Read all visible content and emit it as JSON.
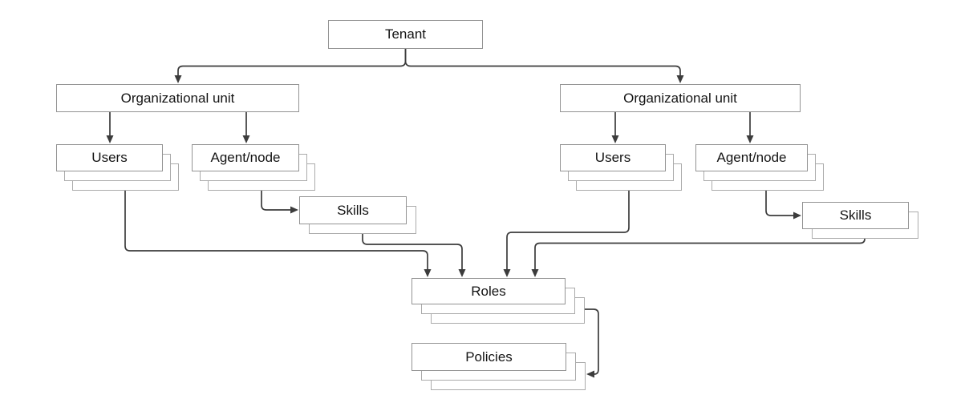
{
  "diagram": {
    "type": "hierarchy-flowchart",
    "nodes": {
      "tenant": {
        "label": "Tenant",
        "stack_count": 1
      },
      "ou_left": {
        "label": "Organizational unit",
        "stack_count": 1
      },
      "ou_right": {
        "label": "Organizational unit",
        "stack_count": 1
      },
      "users_left": {
        "label": "Users",
        "stack_count": 3
      },
      "agent_left": {
        "label": "Agent/node",
        "stack_count": 3
      },
      "skills_left": {
        "label": "Skills",
        "stack_count": 2
      },
      "users_right": {
        "label": "Users",
        "stack_count": 3
      },
      "agent_right": {
        "label": "Agent/node",
        "stack_count": 3
      },
      "skills_right": {
        "label": "Skills",
        "stack_count": 2
      },
      "roles": {
        "label": "Roles",
        "stack_count": 3
      },
      "policies": {
        "label": "Policies",
        "stack_count": 3
      }
    },
    "edges": [
      {
        "from": "tenant",
        "to": "ou_left"
      },
      {
        "from": "tenant",
        "to": "ou_right"
      },
      {
        "from": "ou_left",
        "to": "users_left"
      },
      {
        "from": "ou_left",
        "to": "agent_left"
      },
      {
        "from": "agent_left",
        "to": "skills_left"
      },
      {
        "from": "ou_right",
        "to": "users_right"
      },
      {
        "from": "ou_right",
        "to": "agent_right"
      },
      {
        "from": "agent_right",
        "to": "skills_right"
      },
      {
        "from": "users_left",
        "to": "roles"
      },
      {
        "from": "skills_left",
        "to": "roles"
      },
      {
        "from": "users_right",
        "to": "roles"
      },
      {
        "from": "skills_right",
        "to": "roles"
      },
      {
        "from": "roles",
        "to": "policies"
      }
    ],
    "colors": {
      "box_border": "#939393",
      "stack_border": "#ababab",
      "connector": "#3c3c3c",
      "text": "#141414",
      "background": "#ffffff"
    }
  }
}
